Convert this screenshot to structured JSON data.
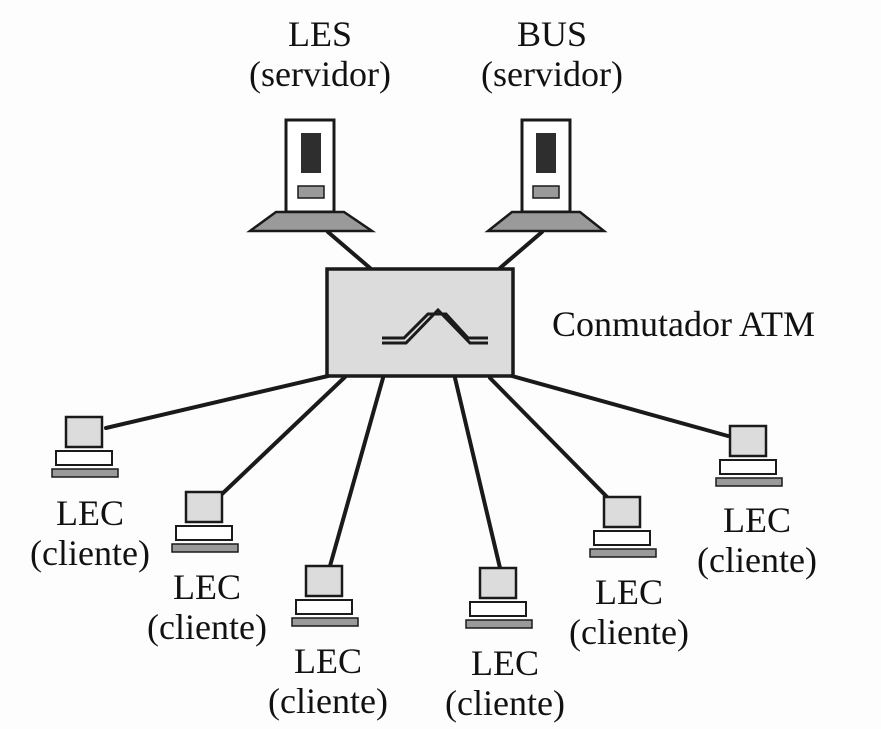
{
  "colors": {
    "background": "#fdfdfd",
    "line": "#1a1a1a",
    "box_fill": "#dcdcdc",
    "device_fill": "#ffffff",
    "screen_fill": "#2e2e2e",
    "stand_fill": "#9a9a9a"
  },
  "servers": {
    "les": {
      "name": "LES",
      "role": "(servidor)",
      "icon": "server-icon"
    },
    "bus": {
      "name": "BUS",
      "role": "(servidor)",
      "icon": "server-icon"
    }
  },
  "switch": {
    "label": "Conmutador ATM",
    "icon": "atm-switch-icon"
  },
  "clients": [
    {
      "name": "LEC",
      "role": "(cliente)",
      "icon": "client-computer-icon"
    },
    {
      "name": "LEC",
      "role": "(cliente)",
      "icon": "client-computer-icon"
    },
    {
      "name": "LEC",
      "role": "(cliente)",
      "icon": "client-computer-icon"
    },
    {
      "name": "LEC",
      "role": "(cliente)",
      "icon": "client-computer-icon"
    },
    {
      "name": "LEC",
      "role": "(cliente)",
      "icon": "client-computer-icon"
    },
    {
      "name": "LEC",
      "role": "(cliente)",
      "icon": "client-computer-icon"
    }
  ]
}
